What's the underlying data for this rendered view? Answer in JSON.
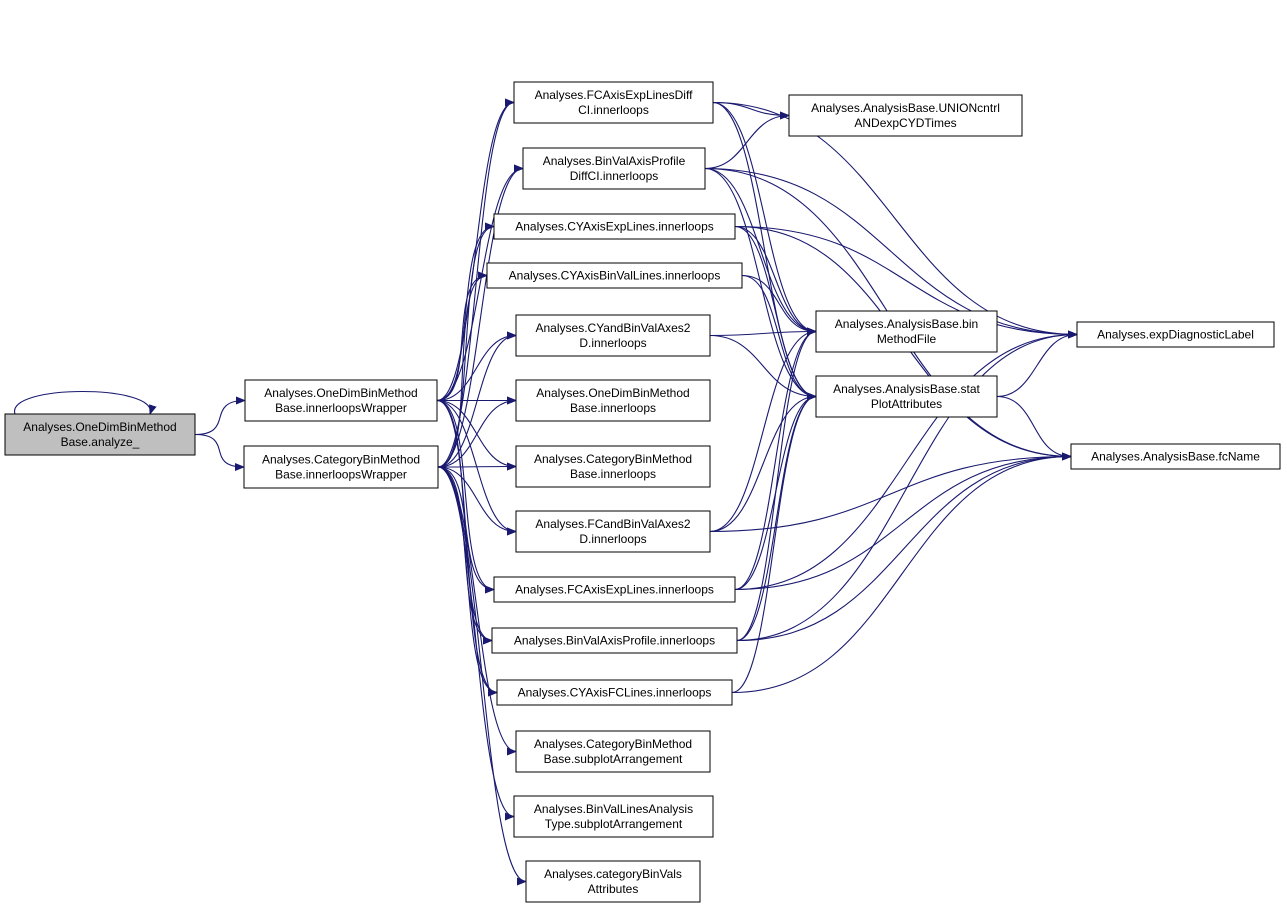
{
  "diagram": {
    "type": "call-graph",
    "edge_color": "#191970",
    "root_fill": "#bfbfbf",
    "node_fill": "#ffffff",
    "nodes": [
      {
        "id": "analyze",
        "lines": [
          "Analyses.OneDimBinMethod",
          "Base.analyze_"
        ],
        "root": true
      },
      {
        "id": "odWrap",
        "lines": [
          "Analyses.OneDimBinMethod",
          "Base.innerloopsWrapper"
        ]
      },
      {
        "id": "cbWrap",
        "lines": [
          "Analyses.CategoryBinMethod",
          "Base.innerloopsWrapper"
        ]
      },
      {
        "id": "fcDiff",
        "lines": [
          "Analyses.FCAxisExpLinesDiff",
          "CI.innerloops"
        ]
      },
      {
        "id": "bvDiff",
        "lines": [
          "Analyses.BinValAxisProfile",
          "DiffCI.innerloops"
        ]
      },
      {
        "id": "cyExp",
        "lines": [
          "Analyses.CYAxisExpLines.innerloops"
        ]
      },
      {
        "id": "cyBin",
        "lines": [
          "Analyses.CYAxisBinValLines.innerloops"
        ]
      },
      {
        "id": "cyand",
        "lines": [
          "Analyses.CYandBinValAxes2",
          "D.innerloops"
        ]
      },
      {
        "id": "odInner",
        "lines": [
          "Analyses.OneDimBinMethod",
          "Base.innerloops"
        ]
      },
      {
        "id": "cbInner",
        "lines": [
          "Analyses.CategoryBinMethod",
          "Base.innerloops"
        ]
      },
      {
        "id": "fcand",
        "lines": [
          "Analyses.FCandBinValAxes2",
          "D.innerloops"
        ]
      },
      {
        "id": "fcExp",
        "lines": [
          "Analyses.FCAxisExpLines.innerloops"
        ]
      },
      {
        "id": "bvProf",
        "lines": [
          "Analyses.BinValAxisProfile.innerloops"
        ]
      },
      {
        "id": "cyFC",
        "lines": [
          "Analyses.CYAxisFCLines.innerloops"
        ]
      },
      {
        "id": "cbSub",
        "lines": [
          "Analyses.CategoryBinMethod",
          "Base.subplotArrangement"
        ]
      },
      {
        "id": "bvlSub",
        "lines": [
          "Analyses.BinValLinesAnalysis",
          "Type.subplotArrangement"
        ]
      },
      {
        "id": "catAttr",
        "lines": [
          "Analyses.categoryBinVals",
          "Attributes"
        ]
      },
      {
        "id": "union",
        "lines": [
          "Analyses.AnalysisBase.UNIONcntrl",
          "ANDexpCYDTimes"
        ]
      },
      {
        "id": "binMF",
        "lines": [
          "Analyses.AnalysisBase.bin",
          "MethodFile"
        ]
      },
      {
        "id": "stat",
        "lines": [
          "Analyses.AnalysisBase.stat",
          "PlotAttributes"
        ]
      },
      {
        "id": "expDiag",
        "lines": [
          "Analyses.expDiagnosticLabel"
        ]
      },
      {
        "id": "fcName",
        "lines": [
          "Analyses.AnalysisBase.fcName"
        ]
      }
    ],
    "edges": [
      [
        "analyze",
        "analyze"
      ],
      [
        "analyze",
        "odWrap"
      ],
      [
        "analyze",
        "cbWrap"
      ],
      [
        "odWrap",
        "fcDiff"
      ],
      [
        "odWrap",
        "bvDiff"
      ],
      [
        "odWrap",
        "cyExp"
      ],
      [
        "odWrap",
        "cyBin"
      ],
      [
        "odWrap",
        "cyand"
      ],
      [
        "odWrap",
        "odInner"
      ],
      [
        "odWrap",
        "cbInner"
      ],
      [
        "odWrap",
        "fcand"
      ],
      [
        "odWrap",
        "fcExp"
      ],
      [
        "odWrap",
        "bvProf"
      ],
      [
        "odWrap",
        "cyFC"
      ],
      [
        "cbWrap",
        "fcDiff"
      ],
      [
        "cbWrap",
        "bvDiff"
      ],
      [
        "cbWrap",
        "cyExp"
      ],
      [
        "cbWrap",
        "cyBin"
      ],
      [
        "cbWrap",
        "cyand"
      ],
      [
        "cbWrap",
        "odInner"
      ],
      [
        "cbWrap",
        "cbInner"
      ],
      [
        "cbWrap",
        "fcand"
      ],
      [
        "cbWrap",
        "fcExp"
      ],
      [
        "cbWrap",
        "bvProf"
      ],
      [
        "cbWrap",
        "cyFC"
      ],
      [
        "cbWrap",
        "cbSub"
      ],
      [
        "cbWrap",
        "bvlSub"
      ],
      [
        "cbWrap",
        "catAttr"
      ],
      [
        "fcDiff",
        "union"
      ],
      [
        "fcDiff",
        "expDiag"
      ],
      [
        "fcDiff",
        "binMF"
      ],
      [
        "fcDiff",
        "stat"
      ],
      [
        "bvDiff",
        "union"
      ],
      [
        "bvDiff",
        "expDiag"
      ],
      [
        "bvDiff",
        "binMF"
      ],
      [
        "bvDiff",
        "stat"
      ],
      [
        "bvDiff",
        "fcName"
      ],
      [
        "cyExp",
        "binMF"
      ],
      [
        "cyExp",
        "stat"
      ],
      [
        "cyExp",
        "expDiag"
      ],
      [
        "cyExp",
        "fcName"
      ],
      [
        "cyBin",
        "binMF"
      ],
      [
        "cyBin",
        "stat"
      ],
      [
        "cyand",
        "binMF"
      ],
      [
        "cyand",
        "stat"
      ],
      [
        "fcand",
        "binMF"
      ],
      [
        "fcand",
        "stat"
      ],
      [
        "fcand",
        "fcName"
      ],
      [
        "fcExp",
        "binMF"
      ],
      [
        "fcExp",
        "stat"
      ],
      [
        "fcExp",
        "expDiag"
      ],
      [
        "fcExp",
        "fcName"
      ],
      [
        "bvProf",
        "binMF"
      ],
      [
        "bvProf",
        "stat"
      ],
      [
        "bvProf",
        "expDiag"
      ],
      [
        "bvProf",
        "fcName"
      ],
      [
        "cyFC",
        "stat"
      ],
      [
        "cyFC",
        "fcName"
      ],
      [
        "stat",
        "expDiag"
      ],
      [
        "stat",
        "fcName"
      ]
    ]
  }
}
